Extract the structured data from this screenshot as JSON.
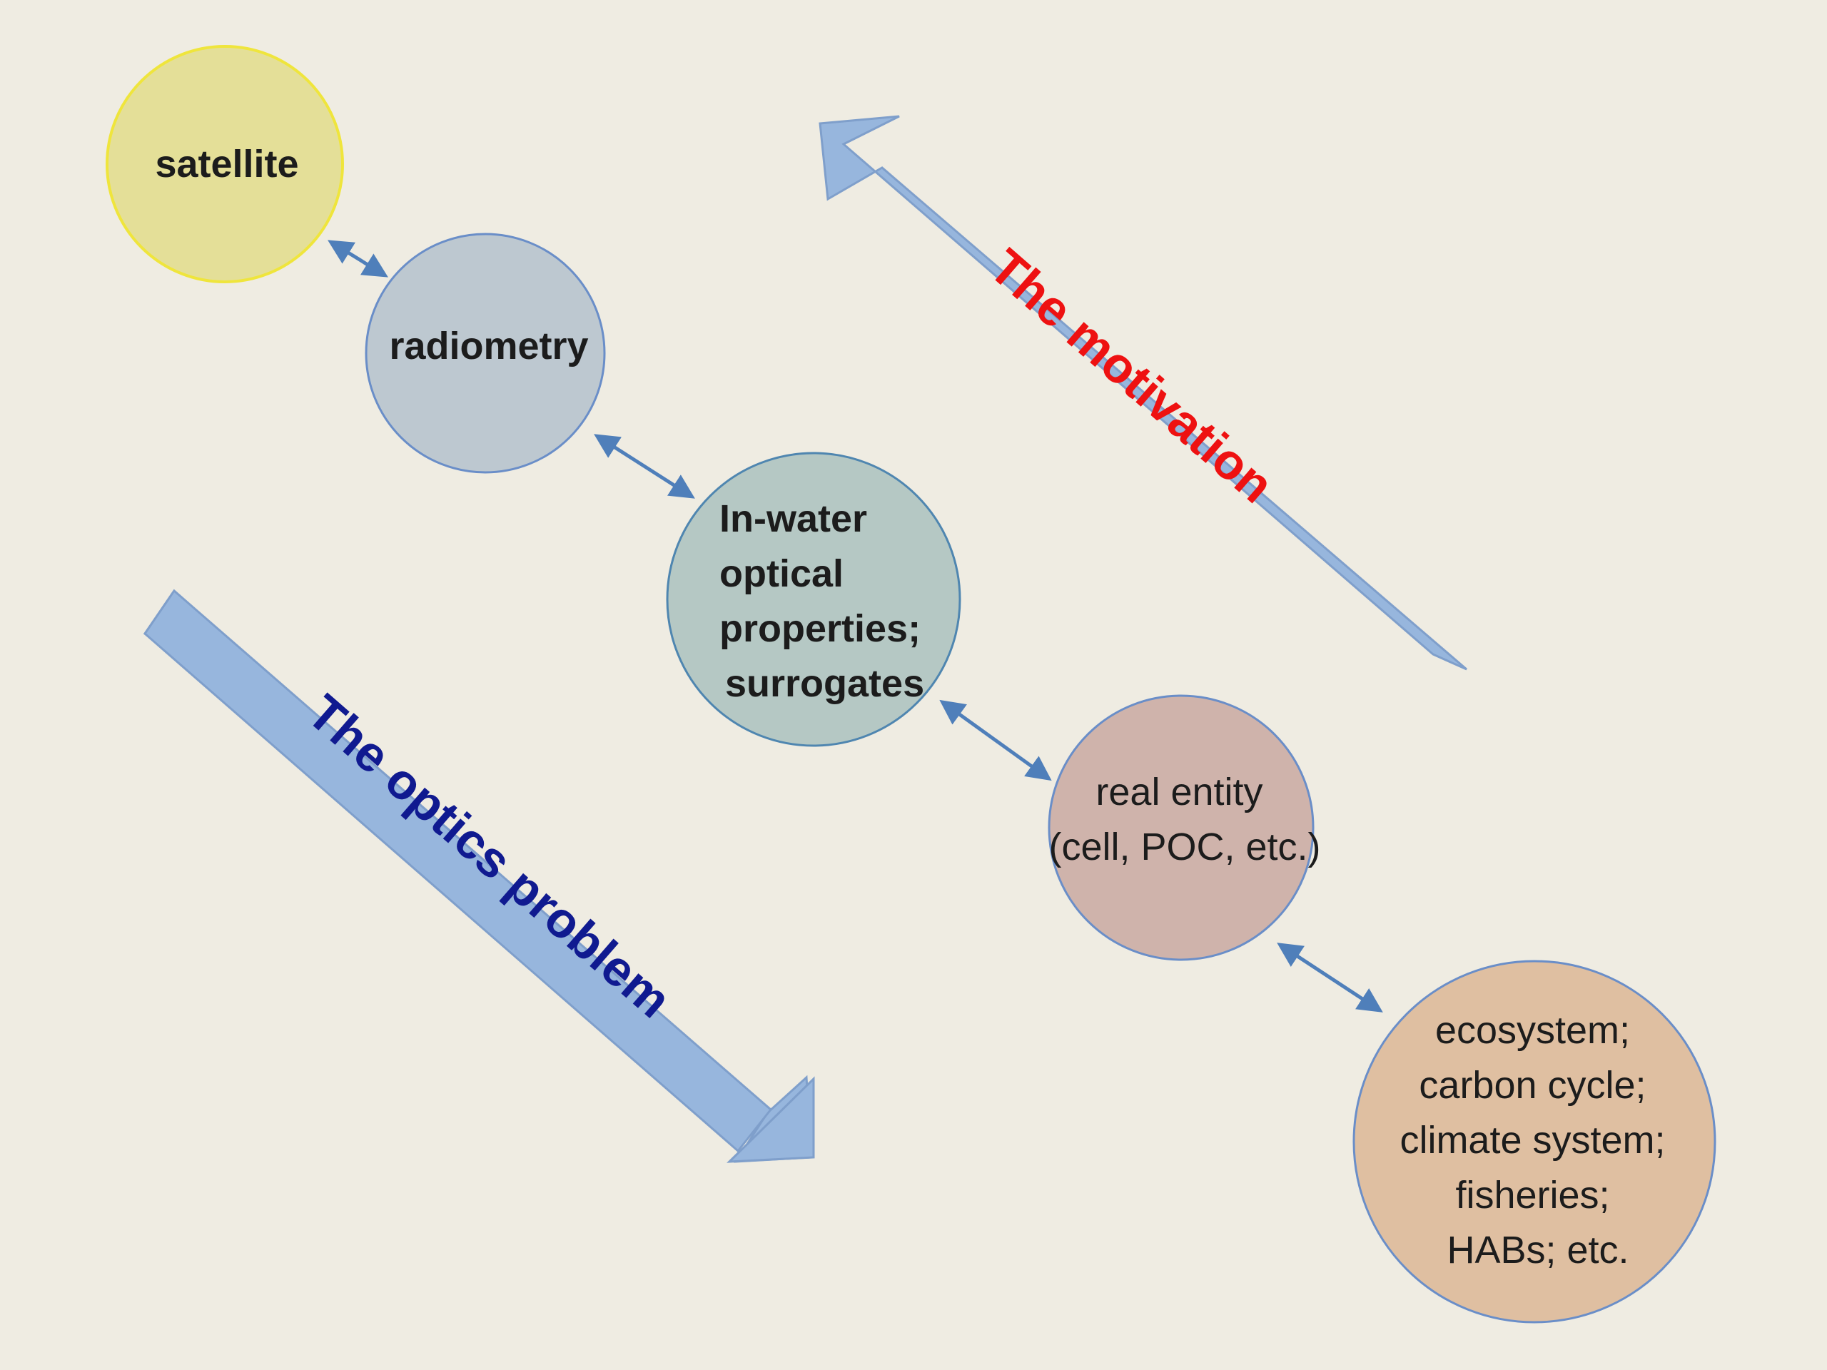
{
  "diagram": {
    "nodes": {
      "satellite": {
        "lines": [
          "satellite"
        ],
        "fill": "#e4df98",
        "stroke": "#efe53c"
      },
      "radiometry": {
        "lines": [
          "radiometry"
        ],
        "fill": "#bdc8d0",
        "stroke": "#6a8ec8"
      },
      "in_water": {
        "lines": [
          "In-water",
          "optical",
          "properties;",
          "surrogates"
        ],
        "fill": "#b5c8c4",
        "stroke": "#4f86b0"
      },
      "real_entity": {
        "lines": [
          "real entity",
          "(cell, POC, etc.)"
        ],
        "fill": "#cfb3ab",
        "stroke": "#6a8ec8"
      },
      "ecosystem": {
        "lines": [
          "ecosystem;",
          "carbon cycle;",
          "climate system;",
          "fisheries;",
          "HABs; etc."
        ],
        "fill": "#dfbfa1",
        "stroke": "#6a8ec8"
      }
    },
    "big_arrows": {
      "motivation": {
        "label": "The motivation",
        "label_color": "#ee1111"
      },
      "optics_problem": {
        "label": "The optics problem",
        "label_color": "#101a90"
      }
    },
    "colors": {
      "background": "#efece2",
      "big_arrow_fill": "#97b6dd",
      "big_arrow_stroke": "#7f9fcb",
      "connector": "#4f7fba"
    }
  }
}
